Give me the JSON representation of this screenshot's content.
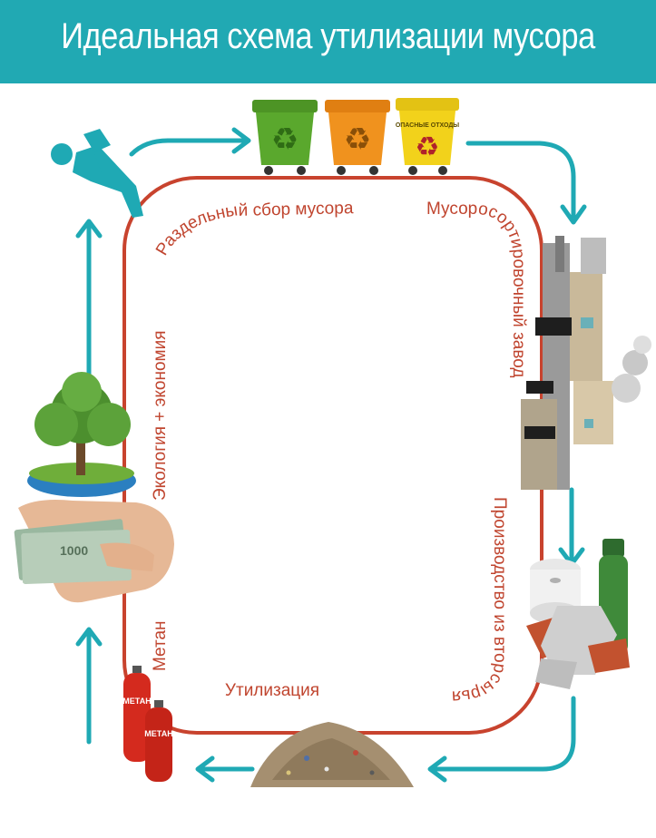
{
  "title": "Идеальная схема утилизации мусора",
  "stages": {
    "separate_collection": "Раздельный сбор мусора",
    "sorting_plant": "Мусоросортировочный завод",
    "production": "Производство из вторсырья",
    "disposal": "Утилизация",
    "methane": "Метан",
    "ecology": "Экология + экономия"
  },
  "bins": {
    "hazardous_label": "ОПАСНЫЕ ОТХОДЫ"
  },
  "methane_tanks": {
    "label": "МЕТАН"
  },
  "banknote": {
    "value": "1000"
  },
  "colors": {
    "header": "#21a9b3",
    "loop": "#c8432e",
    "arrows": "#1fa9b4",
    "bin_green": "#5aa82d",
    "bin_orange": "#f0921e",
    "bin_yellow": "#f2d21b",
    "tank_red": "#d42a1e"
  }
}
